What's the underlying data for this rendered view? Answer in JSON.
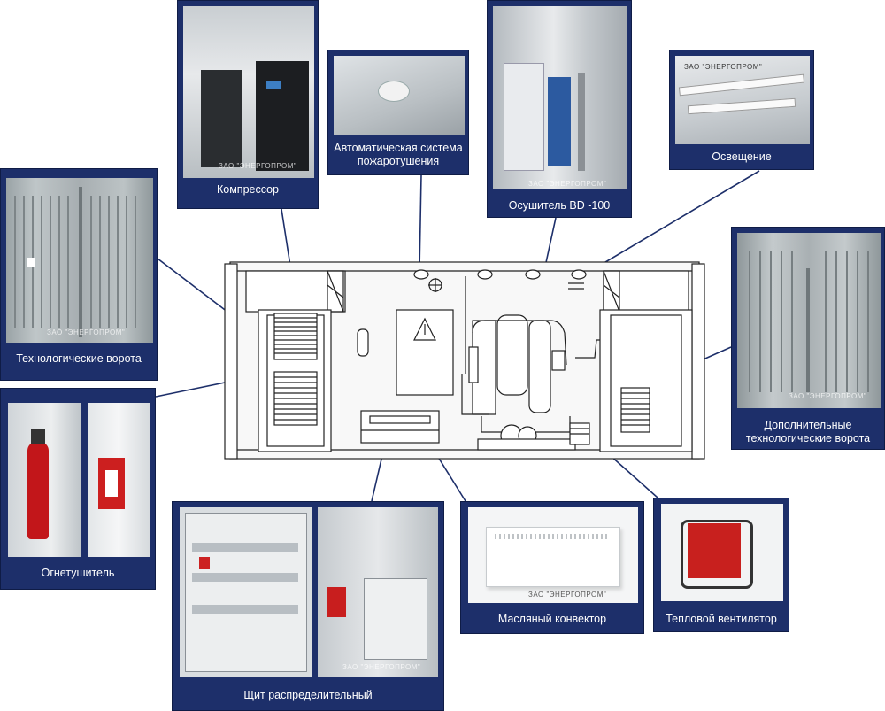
{
  "watermark": "ЗАО \"ЭНЕРГОПРОМ\"",
  "cards": {
    "compressor": "Компрессор",
    "fire_system": "Автоматическая система пожаротушения",
    "dryer": "Осушитель BD -100",
    "lighting": "Освещение",
    "tech_gate": "Технологические ворота",
    "extra_gate": "Дополнительные технологические ворота",
    "extinguisher": "Огнетушитель",
    "panel": "Щит распределительный",
    "convector": "Масляный конвектор",
    "heater_fan": "Тепловой вентилятор"
  },
  "colors": {
    "card_bg": "#1d2f6a",
    "leader_line": "#1d2f6a",
    "drawing_line": "#222222"
  }
}
